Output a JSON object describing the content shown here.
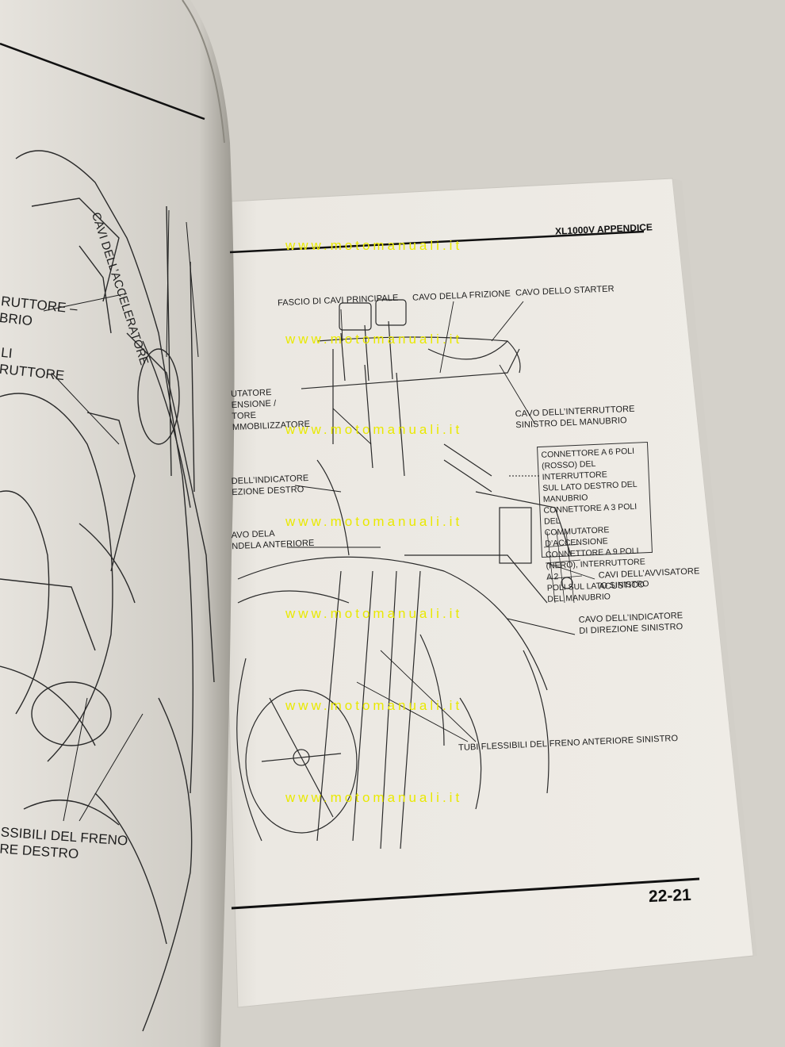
{
  "page": {
    "header": "XL1000V APPENDICE",
    "page_number": "22-21"
  },
  "watermark": "www.motomanuali.it",
  "labels": {
    "fascio_cavi": "FASCIO DI CAVI PRINCIPALE",
    "cavo_frizione": "CAVO DELLA FRIZIONE",
    "cavo_starter": "CAVO DELLO STARTER",
    "interruttore_sinistro": [
      "CAVO DELL’INTERRUTTORE",
      "SINISTRO DEL MANUBRIO"
    ],
    "avvisatore": [
      "CAVI DELL’AVVISATORE",
      "ACUSTICO"
    ],
    "indicatore_sinistro": [
      "CAVO DELL’INDICATORE",
      "DI DIREZIONE SINISTRO"
    ],
    "tubi_sinistro": "TUBI FLESSIBILI DEL FRENO ANTERIORE SINISTRO",
    "commutatore": [
      "UTATORE",
      "ENSIONE /",
      "TORE",
      "MMOBILIZZATORE"
    ],
    "indicatore_destro": [
      "DELL’INDICATORE",
      "EZIONE DESTRO"
    ],
    "candela": [
      "AVO DELA",
      "NDELA ANTERIORE"
    ]
  },
  "connector_box": [
    "CONNETTORE A 6 POLI",
    "(ROSSO) DEL INTERRUTTORE",
    "SUL LATO DESTRO DEL",
    "MANUBRIO",
    "CONNETTORE A 3 POLI DEL",
    "COMMUTATORE",
    "D’ACCENSIONE",
    "CONNETTORE A 9 POLI",
    "(NERO), INTERRUTTORE A 2",
    "POLI SUL LATO SINISTRO",
    "DEL MANUBRIO"
  ],
  "left_page": {
    "cavi_acceleratore": "CAVI DELL’ACCELERATORE",
    "interruttore_destro": [
      "RUTTORE –",
      "BRIO"
    ],
    "cavi_interruttore": [
      "LI",
      "RUTTORE"
    ],
    "tubi_destro": [
      "SSIBILI DEL FRENO",
      "RE DESTRO"
    ]
  },
  "colors": {
    "paper": "#ece9e3",
    "paper_left": "#e3e0da",
    "ink": "#1e1e1e",
    "background": "#d9d6cf",
    "watermark": "#e9e900"
  }
}
